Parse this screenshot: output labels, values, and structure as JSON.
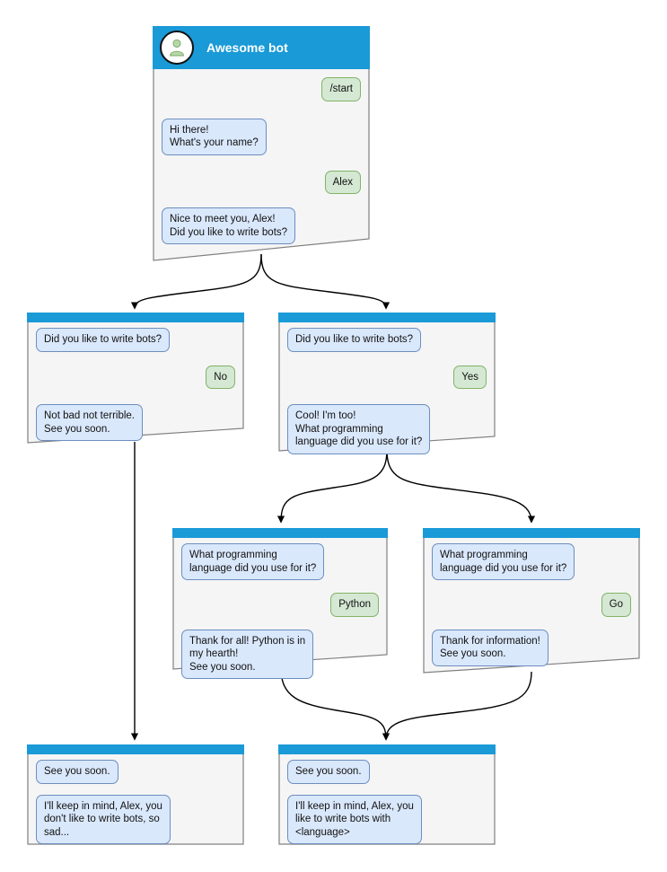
{
  "diagram": {
    "title": "Awesome bot conversation flow",
    "colors": {
      "header_blue": "#1a9ad7",
      "card_body": "#f5f5f5",
      "card_border": "#808080",
      "bot_bubble_fill": "#dae8fc",
      "bot_bubble_border": "#6c8ebf",
      "user_bubble_fill": "#d5e8d4",
      "user_bubble_border": "#82b366",
      "edge": "#000000"
    }
  },
  "cards": {
    "root": {
      "name": "root-card",
      "header_title": "Awesome bot",
      "avatar_icon": "person-avatar-icon",
      "messages": [
        {
          "side": "user",
          "text": "/start"
        },
        {
          "side": "bot",
          "text": "Hi there!\nWhat's your name?"
        },
        {
          "side": "user",
          "text": "Alex"
        },
        {
          "side": "bot",
          "text": "Nice to meet you, Alex!\nDid you like to write bots?"
        }
      ]
    },
    "no_branch": {
      "name": "no-branch-card",
      "messages": [
        {
          "side": "bot",
          "text": "Did you like to write bots?"
        },
        {
          "side": "user",
          "text": "No"
        },
        {
          "side": "bot",
          "text": "Not bad not terrible.\nSee you soon."
        }
      ]
    },
    "yes_branch": {
      "name": "yes-branch-card",
      "messages": [
        {
          "side": "bot",
          "text": "Did you like to write bots?"
        },
        {
          "side": "user",
          "text": "Yes"
        },
        {
          "side": "bot",
          "text": "Cool! I'm too!\nWhat programming\nlanguage did you use for it?"
        }
      ]
    },
    "python_branch": {
      "name": "python-branch-card",
      "messages": [
        {
          "side": "bot",
          "text": "What programming\nlanguage did you use for it?"
        },
        {
          "side": "user",
          "text": "Python"
        },
        {
          "side": "bot",
          "text": "Thank for all! Python is in\nmy hearth!\nSee you soon."
        }
      ]
    },
    "go_branch": {
      "name": "go-branch-card",
      "messages": [
        {
          "side": "bot",
          "text": "What programming\nlanguage did you use for it?"
        },
        {
          "side": "user",
          "text": "Go"
        },
        {
          "side": "bot",
          "text": "Thank for information!\nSee you soon."
        }
      ]
    },
    "end_sad": {
      "name": "end-sad-card",
      "messages": [
        {
          "side": "bot",
          "text": "See you soon."
        },
        {
          "side": "bot",
          "text": "I'll keep in mind, Alex, you\ndon't like to write bots, so\nsad..."
        }
      ]
    },
    "end_happy": {
      "name": "end-happy-card",
      "messages": [
        {
          "side": "bot",
          "text": "See you soon."
        },
        {
          "side": "bot",
          "text": "I'll keep in mind, Alex, you\nlike to write bots with\n<language>"
        }
      ]
    }
  }
}
